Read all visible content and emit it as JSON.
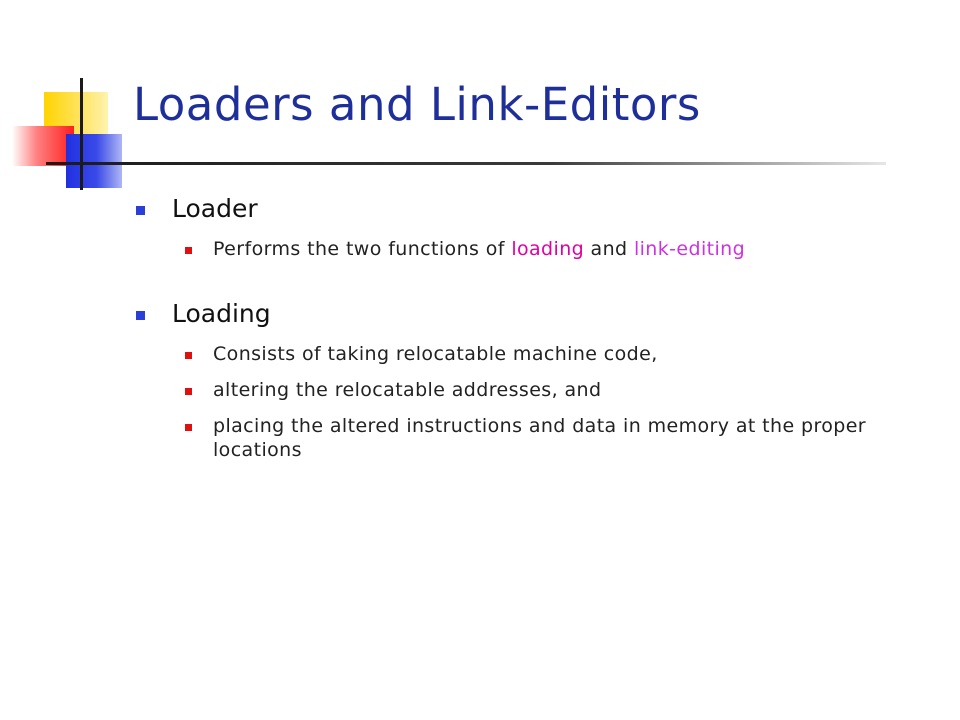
{
  "slide": {
    "title": "Loaders and Link-Editors",
    "sections": [
      {
        "heading": "Loader",
        "items": [
          {
            "prefix": "Performs the two functions of ",
            "highlight1": "loading",
            "middle": " and ",
            "highlight2": "link-editing"
          }
        ]
      },
      {
        "heading": "Loading",
        "items": [
          "Consists of taking relocatable machine code,",
          "altering the relocatable addresses, and",
          "placing the altered instructions and data in memory at the proper locations"
        ]
      }
    ],
    "colors": {
      "title": "#1f2f9a",
      "level1_bullet": "#2a3ed8",
      "level2_bullet": "#e01010",
      "highlight_loading": "#e000a0",
      "highlight_link_editing": "#cc33e0"
    }
  }
}
